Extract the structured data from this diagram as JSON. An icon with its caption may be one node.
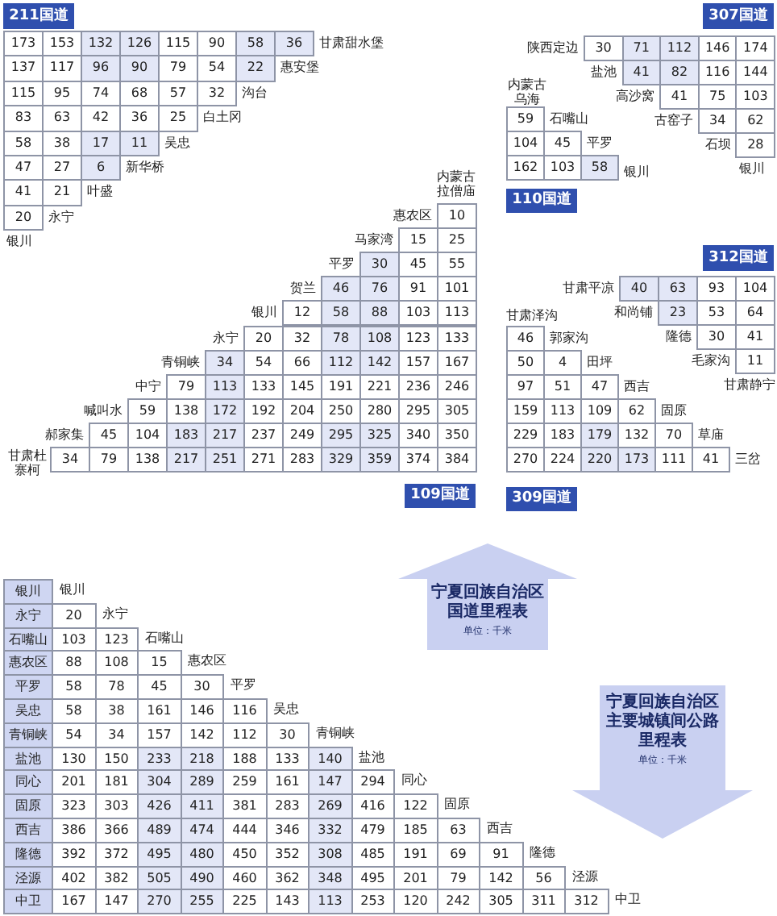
{
  "diagram": {
    "nodes": [
      {
        "text": [
          "211国道"
        ]
      },
      {
        "text": [
          "307国道"
        ]
      },
      {
        "text": [
          "110国道"
        ]
      },
      {
        "text": [
          "312国道"
        ]
      },
      {
        "text": [
          "109国道"
        ]
      },
      {
        "text": [
          "309国道"
        ]
      },
      {
        "text": [
          "宁夏回族自治区国道里程表",
          "单位：千米"
        ]
      },
      {
        "text": [
          "宁夏回族自治区主要城镇间公路里程表",
          "单位：千米"
        ]
      }
    ],
    "labels": [
      "173",
      "153",
      "132",
      "126",
      "115",
      "90",
      "58",
      "36",
      "甘肃甜水堡",
      "137",
      "117",
      "96",
      "90",
      "79",
      "54",
      "22",
      "惠安堡",
      "115",
      "95",
      "74",
      "68",
      "57",
      "32",
      "沟台",
      "83",
      "63",
      "42",
      "36",
      "25",
      "白土冈",
      "58",
      "38",
      "17",
      "11",
      "吴忠",
      "47",
      "27",
      "6",
      "新华桥",
      "41",
      "21",
      "叶盛",
      "20",
      "永宁",
      "银川",
      "陕西定边",
      "30",
      "71",
      "112",
      "146",
      "174",
      "盐池",
      "41",
      "82",
      "116",
      "144",
      "高沙窝",
      "41",
      "75",
      "103",
      "古窑子",
      "34",
      "62",
      "石坝",
      "28",
      "银川",
      "内蒙古乌海",
      "59",
      "石嘴山",
      "104",
      "45",
      "平罗",
      "162",
      "103",
      "58",
      "银川",
      "内蒙古拉僧庙",
      "惠农区",
      "10",
      "马家湾",
      "15",
      "25",
      "平罗",
      "30",
      "45",
      "55",
      "贺兰",
      "46",
      "76",
      "91",
      "101",
      "银川",
      "12",
      "58",
      "88",
      "103",
      "113",
      "永宁",
      "20",
      "32",
      "78",
      "108",
      "123",
      "133",
      "青铜峡",
      "34",
      "54",
      "66",
      "112",
      "142",
      "157",
      "167",
      "中宁",
      "79",
      "113",
      "133",
      "145",
      "191",
      "221",
      "236",
      "246",
      "喊叫水",
      "59",
      "138",
      "172",
      "192",
      "204",
      "250",
      "280",
      "295",
      "305",
      "郝家集",
      "45",
      "104",
      "183",
      "217",
      "237",
      "249",
      "295",
      "325",
      "340",
      "350",
      "甘肃杜寨柯",
      "34",
      "79",
      "138",
      "217",
      "251",
      "271",
      "283",
      "329",
      "359",
      "374",
      "384",
      "甘肃平凉",
      "40",
      "63",
      "93",
      "104",
      "和尚铺",
      "23",
      "53",
      "64",
      "隆德",
      "30",
      "41",
      "毛家沟",
      "11",
      "甘肃静宁",
      "甘肃泽沟",
      "46",
      "郭家沟",
      "50",
      "4",
      "田坪",
      "97",
      "51",
      "47",
      "西吉",
      "159",
      "113",
      "109",
      "62",
      "固原",
      "229",
      "183",
      "179",
      "132",
      "70",
      "草庙",
      "270",
      "224",
      "220",
      "173",
      "111",
      "41",
      "三岔",
      "银川",
      "银川",
      "永宁",
      "20",
      "永宁",
      "石嘴山",
      "103",
      "123",
      "石嘴山",
      "惠农区",
      "88",
      "108",
      "15",
      "惠农区",
      "平罗",
      "58",
      "78",
      "45",
      "30",
      "平罗",
      "吴忠",
      "58",
      "38",
      "161",
      "146",
      "116",
      "吴忠",
      "青铜峡",
      "54",
      "34",
      "157",
      "142",
      "112",
      "30",
      "青铜峡",
      "盐池",
      "130",
      "150",
      "233",
      "218",
      "188",
      "133",
      "140",
      "盐池",
      "同心",
      "201",
      "181",
      "304",
      "289",
      "259",
      "161",
      "147",
      "294",
      "同心",
      "固原",
      "323",
      "303",
      "426",
      "411",
      "381",
      "283",
      "269",
      "416",
      "122",
      "固原",
      "西吉",
      "386",
      "366",
      "489",
      "474",
      "444",
      "346",
      "332",
      "479",
      "185",
      "63",
      "西吉",
      "隆德",
      "392",
      "372",
      "495",
      "480",
      "450",
      "352",
      "308",
      "485",
      "191",
      "69",
      "91",
      "隆德",
      "泾源",
      "402",
      "382",
      "505",
      "490",
      "460",
      "362",
      "348",
      "495",
      "201",
      "79",
      "142",
      "56",
      "泾源",
      "中卫",
      "167",
      "147",
      "270",
      "255",
      "225",
      "143",
      "113",
      "253",
      "120",
      "242",
      "305",
      "311",
      "312",
      "中卫"
    ]
  }
}
